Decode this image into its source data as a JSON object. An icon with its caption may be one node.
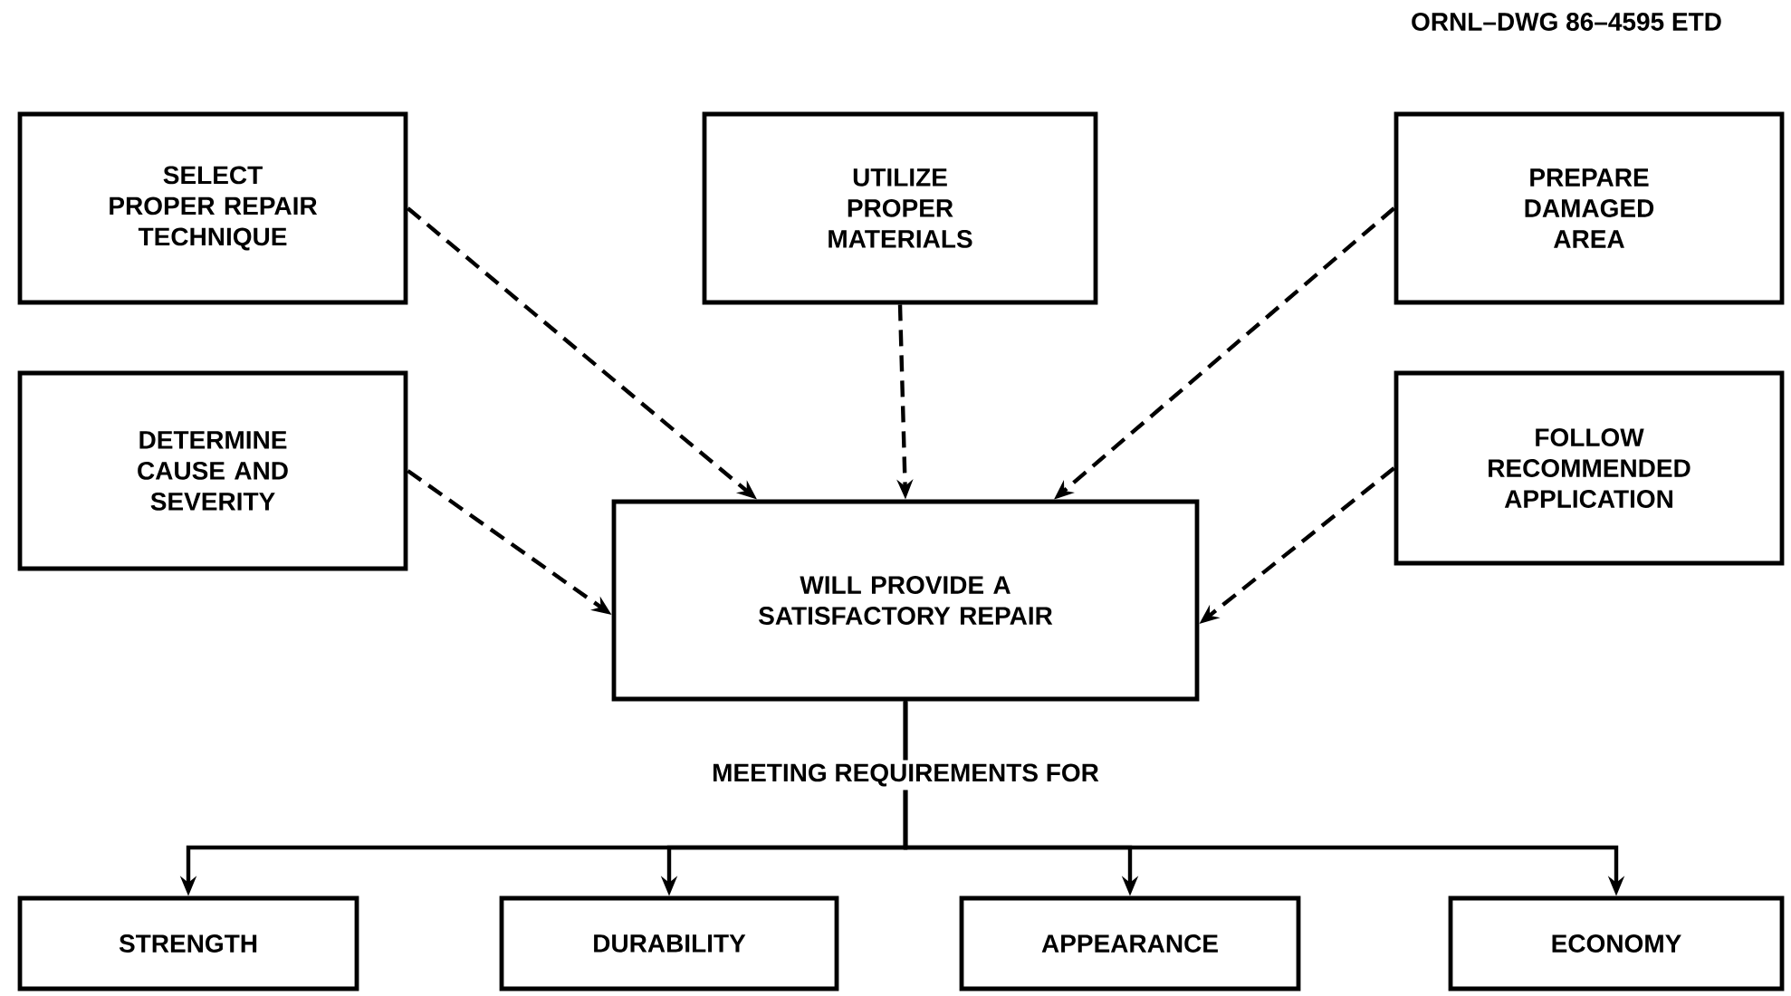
{
  "diagram": {
    "nodes": [
      {
        "text": [
          "SELECT PROPER REPAIR TECHNIQUE"
        ]
      },
      {
        "text": [
          "UTILIZE PROPER MATERIALS"
        ]
      },
      {
        "text": [
          "PREPARE DAMAGED AREA"
        ]
      },
      {
        "text": [
          "DETERMINE CAUSE AND SEVERITY"
        ]
      },
      {
        "text": [
          "FOLLOW RECOMMENDED APPLICATION"
        ]
      },
      {
        "text": [
          "WILL PROVIDE A SATISFACTORY REPAIR"
        ]
      },
      {
        "text": [
          "STRENGTH"
        ]
      },
      {
        "text": [
          "DURABILITY"
        ]
      },
      {
        "text": [
          "APPEARANCE"
        ]
      },
      {
        "text": [
          "ECONOMY"
        ]
      }
    ],
    "edges": [
      {
        "from": 0,
        "to": 5,
        "arrow": "to",
        "style": "dashed"
      },
      {
        "from": 1,
        "to": 5,
        "arrow": "to",
        "style": "dashed"
      },
      {
        "from": 2,
        "to": 5,
        "arrow": "to",
        "style": "dashed"
      },
      {
        "from": 3,
        "to": 5,
        "arrow": "to",
        "style": "dashed"
      },
      {
        "from": 4,
        "to": 5,
        "arrow": "to",
        "style": "dashed"
      },
      {
        "from": 5,
        "to": 6,
        "arrow": "to"
      },
      {
        "from": 5,
        "to": 7,
        "arrow": "to"
      },
      {
        "from": 5,
        "to": 8,
        "arrow": "to"
      },
      {
        "from": 5,
        "to": 9,
        "arrow": "to"
      }
    ],
    "labels": [
      "ORNL–DWG 86–4595 ETD",
      "MEETING REQUIREMENTS FOR"
    ]
  }
}
